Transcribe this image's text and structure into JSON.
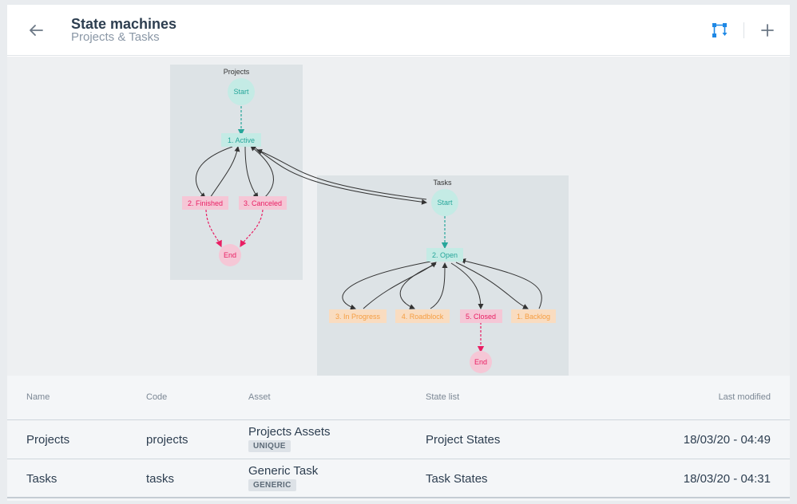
{
  "header": {
    "title": "State machines",
    "subtitle": "Projects & Tasks"
  },
  "graph": {
    "projects": {
      "label": "Projects",
      "start": "Start",
      "end": "End",
      "states": [
        "1. Active",
        "2. Finished",
        "3. Canceled"
      ]
    },
    "tasks": {
      "label": "Tasks",
      "start": "Start",
      "end": "End",
      "states": [
        "2. Open",
        "3. In Progress",
        "4. Roadblock",
        "5. Closed",
        "1. Backlog"
      ]
    }
  },
  "table": {
    "columns": [
      "Name",
      "Code",
      "Asset",
      "State list",
      "Last modified"
    ],
    "rows": [
      {
        "name": "Projects",
        "code": "projects",
        "asset": "Projects Assets",
        "badge": "UNIQUE",
        "state_list": "Project States",
        "modified": "18/03/20 - 04:49"
      },
      {
        "name": "Tasks",
        "code": "tasks",
        "asset": "Generic Task",
        "badge": "GENERIC",
        "state_list": "Task States",
        "modified": "18/03/20 - 04:31"
      }
    ]
  },
  "colors": {
    "accent": "#1e88e5",
    "start_teal": "#26a69a",
    "end_pink": "#e91e63",
    "orange": "#f59e42"
  }
}
